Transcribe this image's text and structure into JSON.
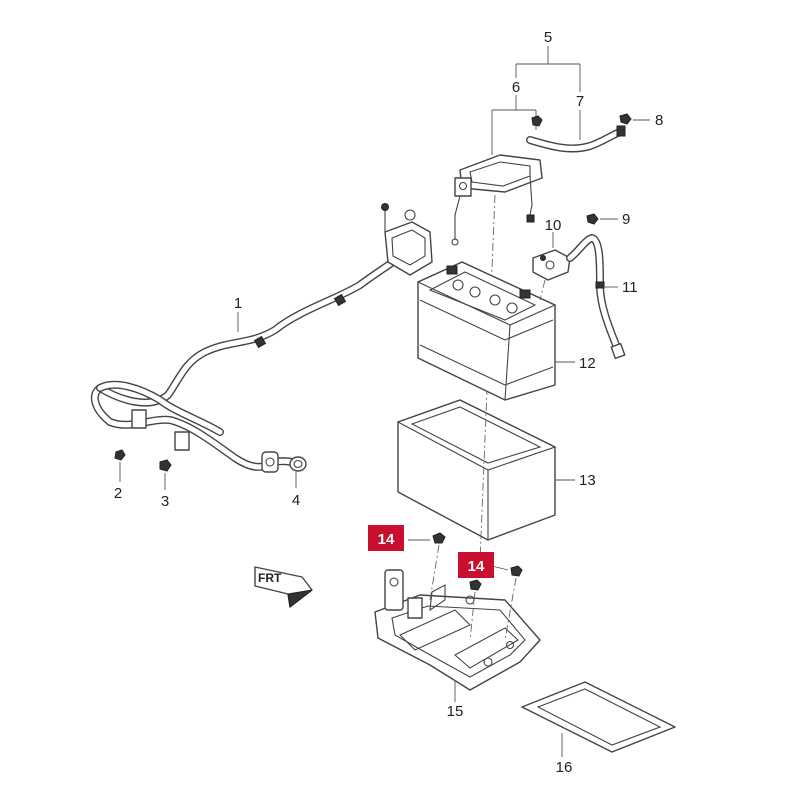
{
  "callouts": [
    "1",
    "2",
    "3",
    "4",
    "5",
    "6",
    "7",
    "8",
    "9",
    "10",
    "11",
    "12",
    "13",
    "14",
    "15",
    "16"
  ],
  "highlight": {
    "label": "14",
    "color": "#c8102e"
  },
  "front_arrow": {
    "text": "FRT"
  },
  "colors": {
    "line": "#444444",
    "background": "#ffffff",
    "tag": "#c8102e"
  }
}
